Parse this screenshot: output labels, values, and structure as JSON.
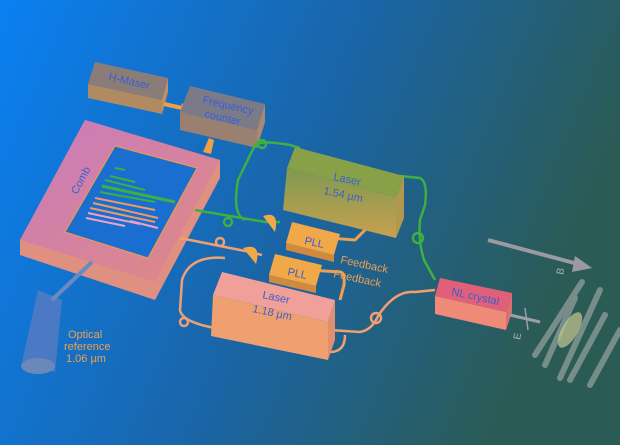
{
  "labels": {
    "h_maser": "H-Maser",
    "freq_counter_1": "Frequency",
    "freq_counter_2": "counter",
    "comb": "Comb",
    "laser154_1": "Laser",
    "laser154_2": "1.54 µm",
    "laser118_1": "Laser",
    "laser118_2": "1.18 µm",
    "pll_top": "PLL",
    "pll_bottom": "PLL",
    "feedback_top": "Feedback",
    "feedback_bottom": "Feedback",
    "nl_crystal": "NL crystal",
    "optical_ref_1": "Optical",
    "optical_ref_2": "reference",
    "optical_ref_3": "1.06 µm",
    "b_field": "B",
    "e_field": "E"
  },
  "colors": {
    "bg_left": "#0a80f2",
    "bg_right": "#2b5b55",
    "green_fiber": "#3cb040",
    "orange_fiber": "#f0a060",
    "comb_pink": "#c87ab8",
    "laser154": "#8a9a50",
    "laser118": "#f09a88",
    "pll": "#f0a848",
    "nl_crystal": "#e0607a"
  }
}
